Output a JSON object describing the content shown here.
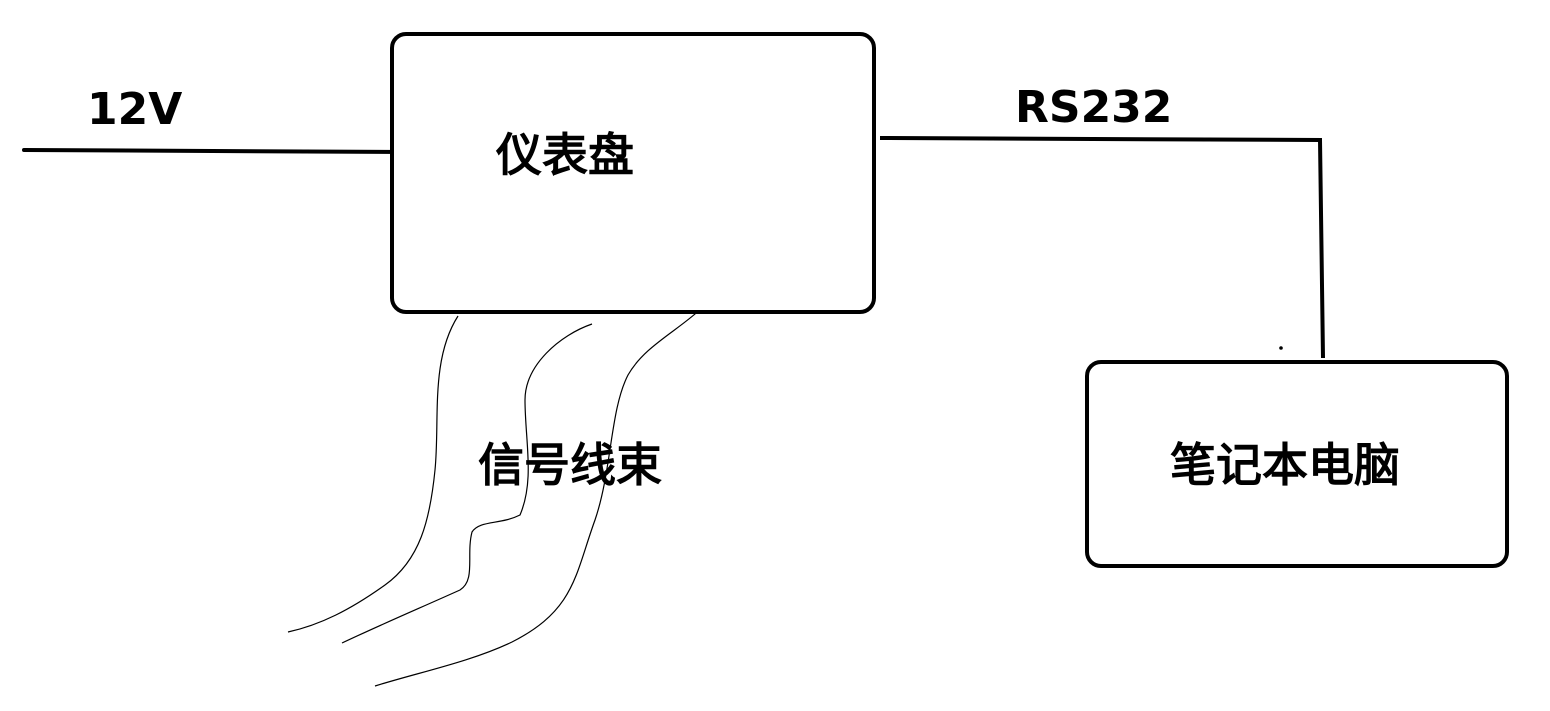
{
  "diagram": {
    "power_label": "12V",
    "dashboard_label": "仪表盘",
    "serial_label": "RS232",
    "harness_label": "信号线束",
    "laptop_label": "笔记本电脑"
  },
  "colors": {
    "stroke": "#000000",
    "background": "#ffffff"
  }
}
